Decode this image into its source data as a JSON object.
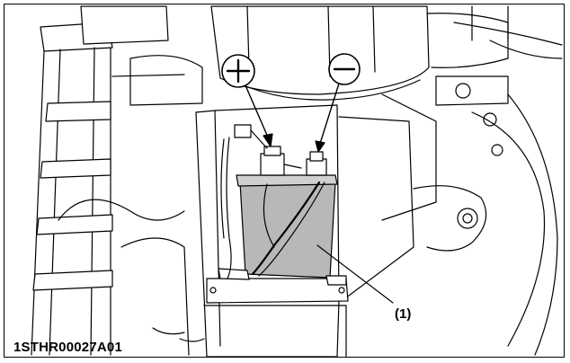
{
  "figure": {
    "code": "1STHR00027A01",
    "callout_label": "(1)",
    "positive_symbol": "plus-sign",
    "negative_symbol": "minus-sign",
    "battery_fill_color": "#b8b8b8",
    "line_color": "#000000"
  }
}
